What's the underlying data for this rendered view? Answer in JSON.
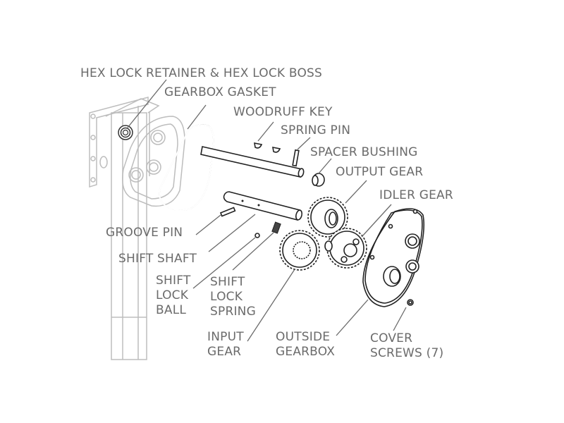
{
  "diagram": {
    "title": "Gearbox exploded parts view",
    "label_color": "#6b6b6b",
    "line_color": "#222222",
    "ghost_color": "#bdbdbd",
    "labels": [
      {
        "id": "hex-lock",
        "text": "HEX LOCK RETAINER & HEX LOCK BOSS"
      },
      {
        "id": "gearbox-gasket",
        "text": "GEARBOX GASKET"
      },
      {
        "id": "woodruff-key",
        "text": "WOODRUFF KEY"
      },
      {
        "id": "spring-pin",
        "text": "SPRING PIN"
      },
      {
        "id": "spacer-bushing",
        "text": "SPACER BUSHING"
      },
      {
        "id": "output-gear",
        "text": "OUTPUT GEAR"
      },
      {
        "id": "idler-gear",
        "text": "IDLER GEAR"
      },
      {
        "id": "groove-pin",
        "text": "GROOVE PIN"
      },
      {
        "id": "shift-shaft",
        "text": "SHIFT SHAFT"
      },
      {
        "id": "shift-lock-ball",
        "lines": [
          "SHIFT",
          "LOCK",
          "BALL"
        ]
      },
      {
        "id": "shift-lock-spring",
        "lines": [
          "SHIFT",
          "LOCK",
          "SPRING"
        ]
      },
      {
        "id": "input-gear",
        "lines": [
          "INPUT",
          "GEAR"
        ]
      },
      {
        "id": "outside-gearbox",
        "lines": [
          "OUTSIDE",
          "GEARBOX"
        ]
      },
      {
        "id": "cover-screws",
        "lines": [
          "COVER",
          "SCREWS (7)"
        ]
      }
    ]
  }
}
